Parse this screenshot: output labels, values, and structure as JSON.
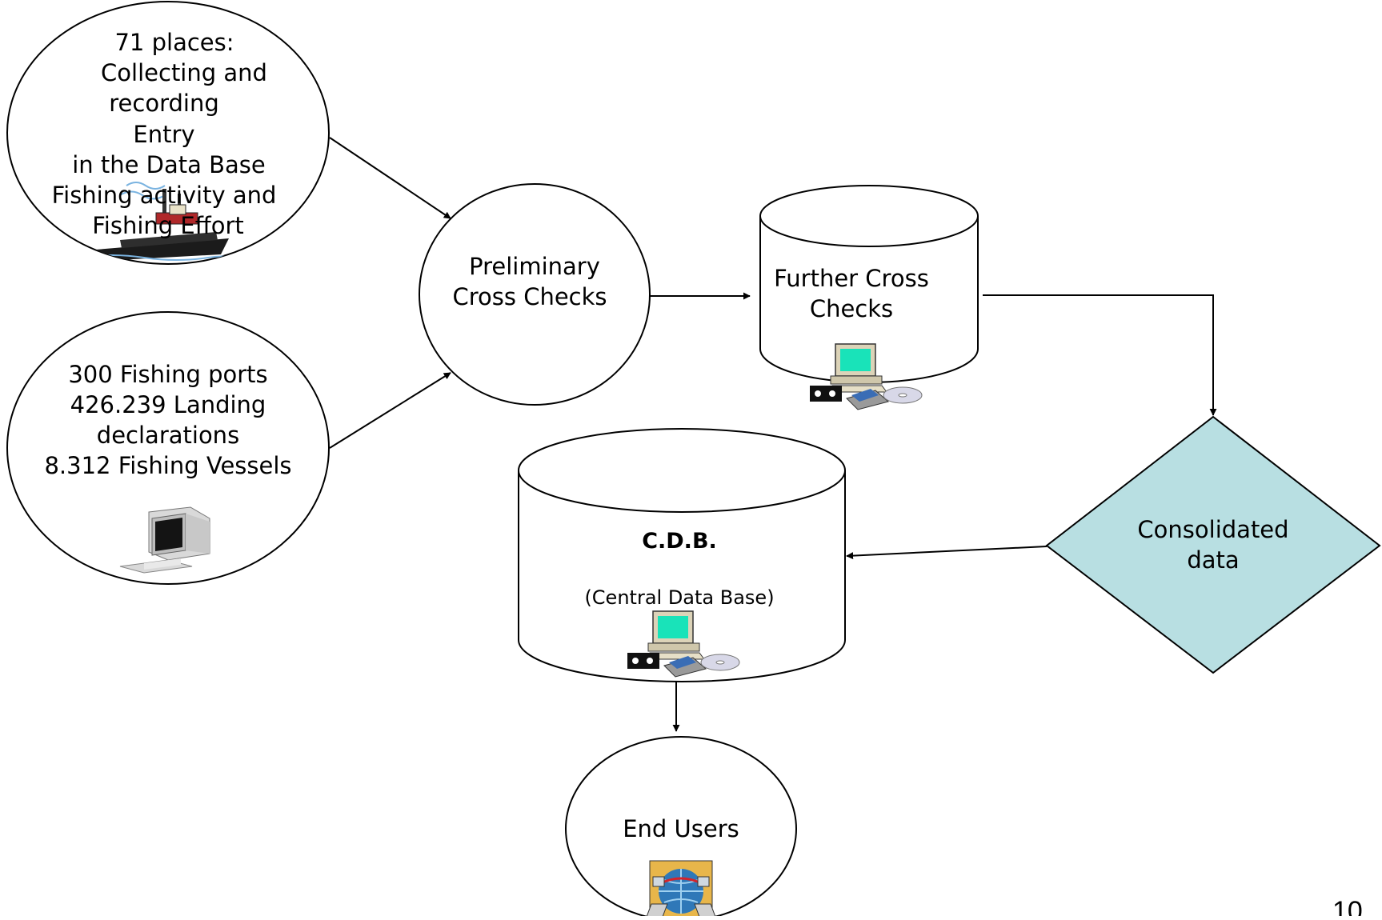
{
  "nodes": {
    "collecting": {
      "lines": [
        "71 places:",
        "Collecting and",
        "recording",
        "Entry",
        "in the Data Base",
        "Fishing activity and",
        "Fishing Effort"
      ],
      "icon": "fishing-boat-icon"
    },
    "ports": {
      "lines": [
        "300 Fishing ports",
        "426.239 Landing",
        "declarations",
        "8.312 Fishing Vessels"
      ],
      "icon": "computer-icon"
    },
    "preliminary": {
      "lines": [
        "Preliminary",
        "Cross Checks"
      ]
    },
    "further": {
      "lines": [
        "Further Cross",
        "Checks"
      ],
      "icon": "computer-media-icon"
    },
    "consolidated": {
      "lines": [
        "Consolidated",
        "data"
      ],
      "fill": "#b8dfe2"
    },
    "cdb": {
      "title": "C.D.B.",
      "subtitle": "(Central Data Base)",
      "icon": "computer-media-icon"
    },
    "end_users": {
      "lines": [
        "End Users"
      ],
      "icon": "network-icon"
    }
  },
  "page_number": "10"
}
